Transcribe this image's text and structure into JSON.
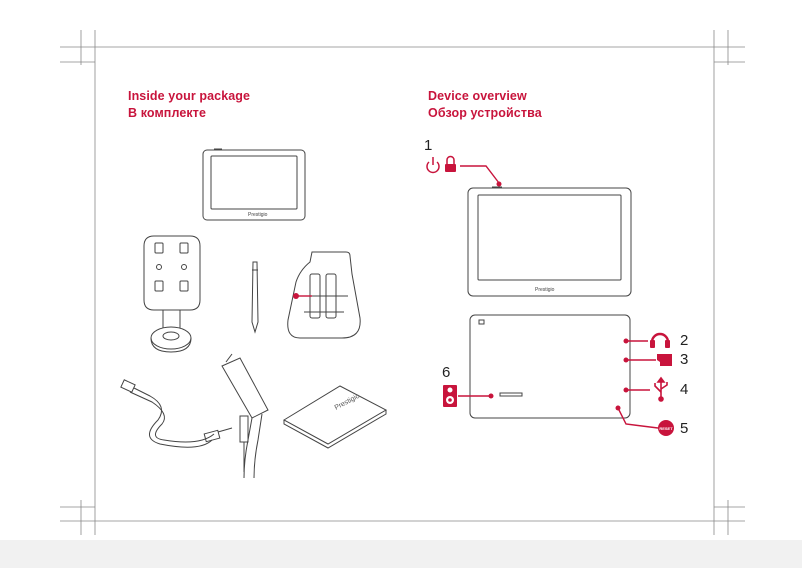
{
  "left_section": {
    "title_en": "Inside your package",
    "title_ru": "В комплекте"
  },
  "right_section": {
    "title_en": "Device overview",
    "title_ru": "Обзор устройства"
  },
  "brand_label": "Prestigio",
  "callouts": [
    {
      "number": "1",
      "icons": [
        "power-icon",
        "lock-icon"
      ]
    },
    {
      "number": "2",
      "icons": [
        "headphones-icon"
      ]
    },
    {
      "number": "3",
      "icons": [
        "microsd-card-icon"
      ]
    },
    {
      "number": "4",
      "icons": [
        "usb-icon"
      ]
    },
    {
      "number": "5",
      "icons": [
        "reset-button-icon"
      ],
      "badge": "RESET"
    },
    {
      "number": "6",
      "icons": [
        "speaker-icon"
      ]
    }
  ],
  "colors": {
    "accent": "#c8143c",
    "line": "#555555",
    "text": "#222222"
  }
}
